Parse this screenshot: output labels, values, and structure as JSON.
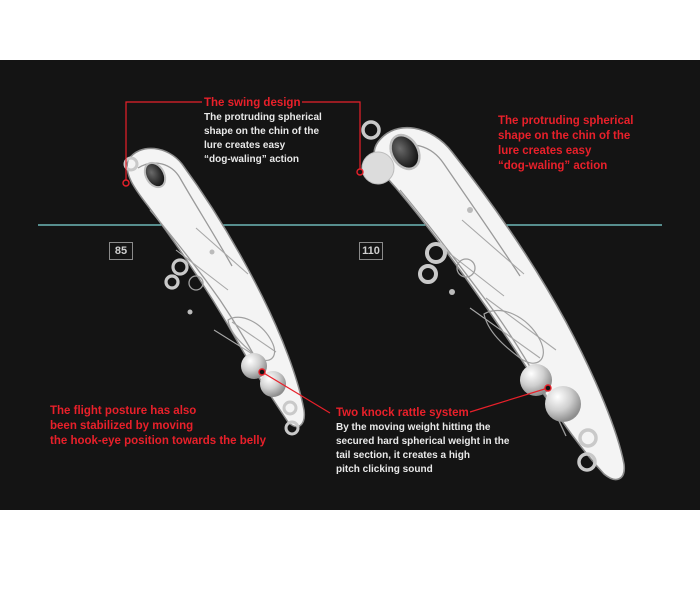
{
  "swing": {
    "title": "The swing design",
    "lines": [
      "The protruding spherical",
      "shape on the chin of the",
      "lure creates easy",
      "“dog-waling” action"
    ]
  },
  "right_note": {
    "lines": [
      "The protruding spherical",
      "shape on the chin of the",
      "lure creates easy",
      "“dog-waling” action"
    ]
  },
  "sizes": {
    "small": "85",
    "large": "110"
  },
  "flight": {
    "lines": [
      "The flight posture has also",
      "been stabilized by moving",
      "the hook-eye position towards the belly"
    ]
  },
  "rattle": {
    "title": "Two knock rattle system",
    "lines": [
      "By the moving weight hitting the",
      "secured hard spherical weight in the",
      "tail section, it creates a high",
      "pitch clicking sound"
    ]
  },
  "colors": {
    "panel": "#141414",
    "annotation_red": "#e8202a",
    "water_line": "#7fd8d8",
    "body_text": "#e9e9e9"
  }
}
